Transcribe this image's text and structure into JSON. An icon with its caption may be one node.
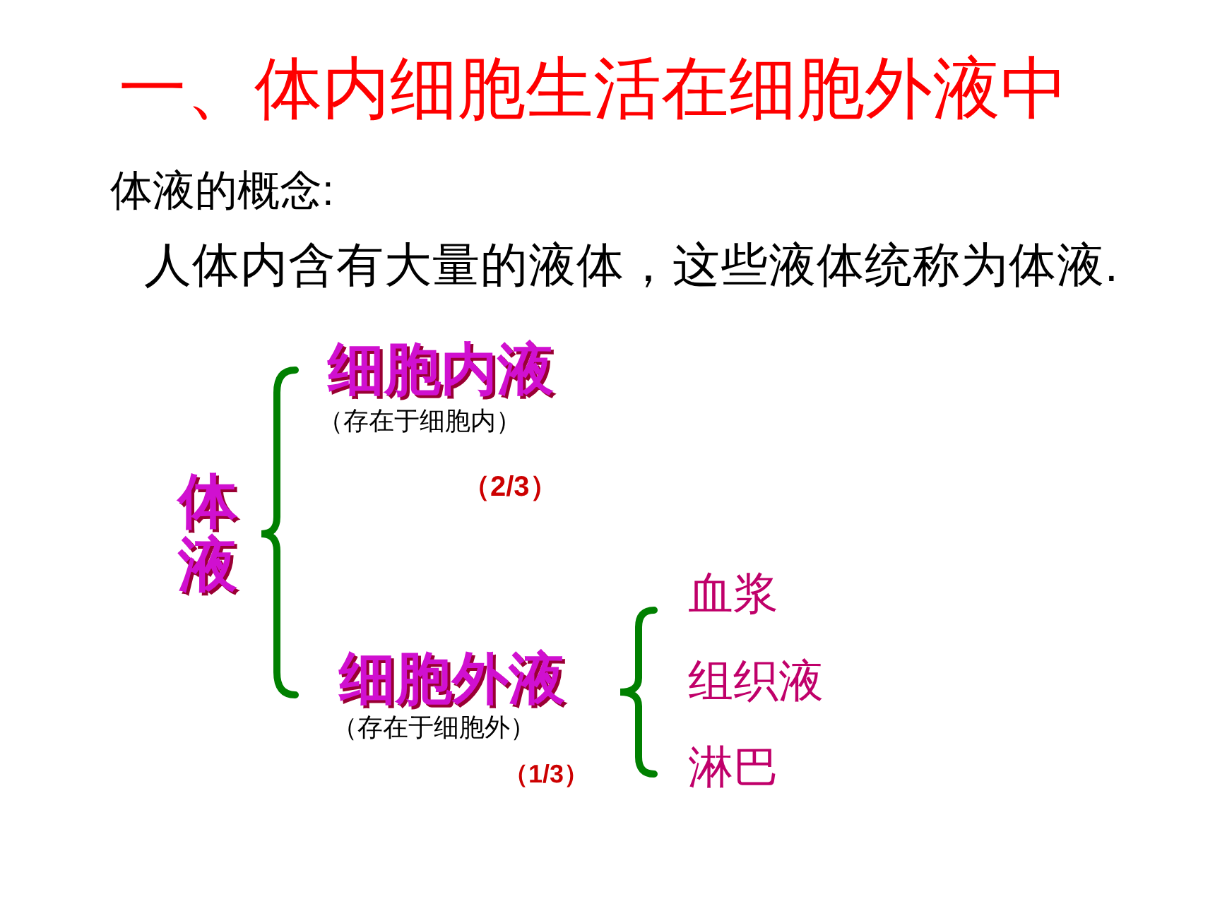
{
  "diagram": {
    "title": "一、体内细胞生活在细胞外液中",
    "nodes": [
      {
        "text": [
          "体液"
        ]
      },
      {
        "text": [
          "细胞内液"
        ],
        "beside": [
          "（存在于细胞内）",
          "（2/3）"
        ]
      },
      {
        "text": [
          "细胞外液"
        ],
        "beside": [
          "（存在于细胞外）",
          "（1/3）"
        ]
      },
      {
        "text": [
          "血浆"
        ]
      },
      {
        "text": [
          "组织液"
        ]
      },
      {
        "text": [
          "淋巴"
        ]
      }
    ],
    "labels": [
      "体液的概念:",
      "人体内含有大量的液体，这些液体统称为体液."
    ]
  }
}
